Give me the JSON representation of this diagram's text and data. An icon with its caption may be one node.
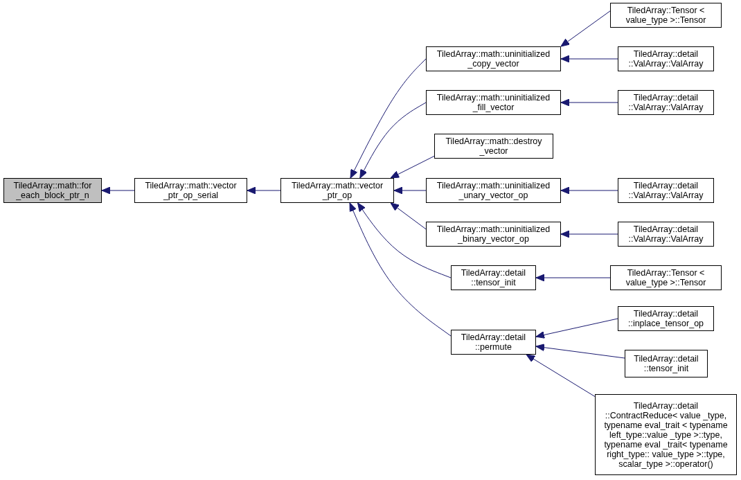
{
  "diagram": {
    "nodes": [
      {
        "text": [
          "TiledArray::math::for _each_block_ptr_n"
        ]
      },
      {
        "text": [
          "TiledArray::math::vector _ptr_op_serial"
        ]
      },
      {
        "text": [
          "TiledArray::math::vector _ptr_op"
        ]
      },
      {
        "text": [
          "TiledArray::math::uninitialized _copy_vector"
        ]
      },
      {
        "text": [
          "TiledArray::math::uninitialized _fill_vector"
        ]
      },
      {
        "text": [
          "TiledArray::math::destroy _vector"
        ]
      },
      {
        "text": [
          "TiledArray::math::uninitialized _unary_vector_op"
        ]
      },
      {
        "text": [
          "TiledArray::math::uninitialized _binary_vector_op"
        ]
      },
      {
        "text": [
          "TiledArray::detail ::tensor_init"
        ]
      },
      {
        "text": [
          "TiledArray::detail ::permute"
        ]
      },
      {
        "text": [
          "TiledArray::Tensor < value_type >::Tensor"
        ]
      },
      {
        "text": [
          "TiledArray::detail ::ValArray::ValArray"
        ]
      },
      {
        "text": [
          "TiledArray::detail ::ValArray::ValArray"
        ]
      },
      {
        "text": [
          "TiledArray::detail ::ValArray::ValArray"
        ]
      },
      {
        "text": [
          "TiledArray::detail ::ValArray::ValArray"
        ]
      },
      {
        "text": [
          "TiledArray::Tensor < value_type >::Tensor"
        ]
      },
      {
        "text": [
          "TiledArray::detail ::inplace_tensor_op"
        ]
      },
      {
        "text": [
          "TiledArray::detail ::tensor_init"
        ]
      },
      {
        "text": [
          "TiledArray::detail ::ContractReduce< value _type, typename eval_trait < typename left_type::value _type >::type, typename eval _trait< typename right_type:: value_type >::type, scalar_type >::operator()"
        ]
      }
    ],
    "edges": [
      {
        "from": 1,
        "to": 0,
        "arrow": "to"
      },
      {
        "from": 2,
        "to": 1,
        "arrow": "to"
      },
      {
        "from": 3,
        "to": 2,
        "arrow": "to"
      },
      {
        "from": 4,
        "to": 2,
        "arrow": "to"
      },
      {
        "from": 5,
        "to": 2,
        "arrow": "to"
      },
      {
        "from": 6,
        "to": 2,
        "arrow": "to"
      },
      {
        "from": 7,
        "to": 2,
        "arrow": "to"
      },
      {
        "from": 8,
        "to": 2,
        "arrow": "to"
      },
      {
        "from": 9,
        "to": 2,
        "arrow": "to"
      },
      {
        "from": 10,
        "to": 3,
        "arrow": "to"
      },
      {
        "from": 11,
        "to": 3,
        "arrow": "to"
      },
      {
        "from": 12,
        "to": 4,
        "arrow": "to"
      },
      {
        "from": 13,
        "to": 6,
        "arrow": "to"
      },
      {
        "from": 14,
        "to": 7,
        "arrow": "to"
      },
      {
        "from": 15,
        "to": 8,
        "arrow": "to"
      },
      {
        "from": 16,
        "to": 9,
        "arrow": "to"
      },
      {
        "from": 17,
        "to": 9,
        "arrow": "to"
      },
      {
        "from": 18,
        "to": 9,
        "arrow": "to"
      }
    ]
  }
}
